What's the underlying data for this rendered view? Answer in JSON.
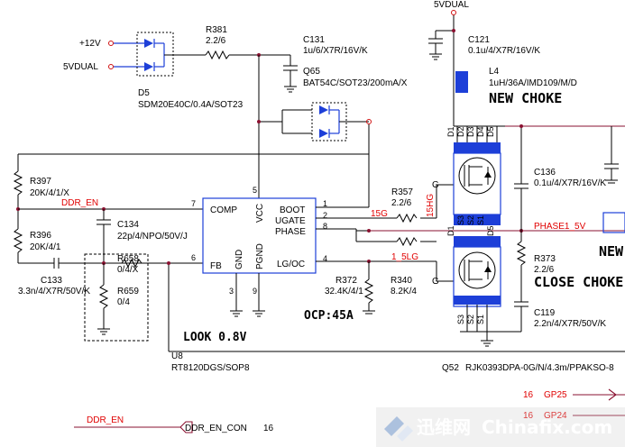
{
  "nets": {
    "p12v": "+12V",
    "v5dual_left": "5VDUAL",
    "v5dual_top": "5VDUAL",
    "ddr_en_top": "DDR_EN",
    "ddr_en_bottom": "DDR_EN",
    "ddr_en_con": "DDR_EN_CON",
    "ddr_en_con_pin": "16",
    "phase": "PHASE1_5V",
    "ug_15g": "15G",
    "lg_15lg": "1_5LG",
    "hg_15hg": "15HG",
    "gp25_pin": "16",
    "gp25": "GP25",
    "gp24_pin": "16",
    "gp24": "GP24"
  },
  "components": {
    "r381": {
      "ref": "R381",
      "value": "2.2/6"
    },
    "c131": {
      "ref": "C131",
      "value": "1u/6/X7R/16V/K"
    },
    "q65": {
      "ref": "Q65",
      "value": "BAT54C/SOT23/200mA/X"
    },
    "d5": {
      "ref": "D5",
      "value": "SDM20E40C/0.4A/SOT23"
    },
    "c121": {
      "ref": "C121",
      "value": "0.1u/4/X7R/16V/K"
    },
    "l4": {
      "ref": "L4",
      "value": "1uH/36A/IMD109/M/D",
      "note": "NEW CHOKE"
    },
    "r397": {
      "ref": "R397",
      "value": "20K/4/1/X"
    },
    "r396": {
      "ref": "R396",
      "value": "20K/4/1"
    },
    "c134": {
      "ref": "C134",
      "value": "22p/4/NPO/50V/J"
    },
    "r658": {
      "ref": "R658",
      "value": "0/4/X"
    },
    "r659": {
      "ref": "R659",
      "value": "0/4"
    },
    "c133": {
      "ref": "C133",
      "value": "3.3n/4/X7R/50V/K"
    },
    "r357": {
      "ref": "R357",
      "value": "2.2/6"
    },
    "r372": {
      "ref": "R372",
      "value": "32.4K/4/1"
    },
    "r340": {
      "ref": "R340",
      "value": "8.2K/4"
    },
    "c136": {
      "ref": "C136",
      "value": "0.1u/4/X7R/16V/K"
    },
    "r373": {
      "ref": "R373",
      "value": "2.2/6",
      "note": "CLOSE CHOKE"
    },
    "c119": {
      "ref": "C119",
      "value": "2.2n/4/X7R/50V/K"
    },
    "u8": {
      "ref": "U8",
      "value": "RT8120DGS/SOP8"
    },
    "q52": {
      "ref": "Q52",
      "value": "RJK0393DPA-0G/N/4.3m/PPAKSO-8"
    }
  },
  "ic": {
    "comp": "COMP",
    "fb": "FB",
    "vcc": "VCC",
    "gnd": "GND",
    "pgnd": "PGND",
    "boot": "BOOT",
    "ugate": "UGATE",
    "phase": "PHASE",
    "lgoc": "LG/OC",
    "pin_comp": "7",
    "pin_fb": "6",
    "pin_vcc": "5",
    "pin_gnd": "3",
    "pin_pgnd": "9",
    "pin_boot": "1",
    "pin_ugate": "2",
    "pin_phase": "8",
    "pin_lgoc": "4"
  },
  "mosfet_pins": {
    "d1": "D1",
    "d2": "D2",
    "d3": "D3",
    "d4": "D4",
    "d5": "D5",
    "g": "G",
    "s1": "S1",
    "s2": "S2",
    "s3": "S3"
  },
  "notes": {
    "ocp": "OCP:45A",
    "look": "LOOK 0.8V",
    "new_right": "NEW",
    "close_right": "CLOSE CHOKE"
  },
  "watermark": {
    "cn": "迅维网",
    "en": "Chinafix.com"
  },
  "colors": {
    "wire": "#000000",
    "blue_wire": "#1d3fd8",
    "red_label": "#e00000",
    "net_wire": "#8a1030"
  }
}
